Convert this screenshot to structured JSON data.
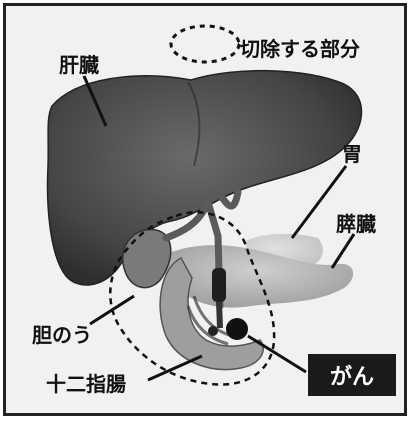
{
  "legend": {
    "label": "切除する部分"
  },
  "labels": {
    "liver": "肝臓",
    "stomach": "胃",
    "pancreas": "膵臓",
    "gallbladder": "胆のう",
    "duodenum": "十二指腸",
    "cancer": "がん"
  },
  "colors": {
    "organ_dark": "#4a4a4a",
    "organ_mid": "#8a8a8a",
    "organ_light": "#c8c8c8",
    "outline": "#1a1a1a",
    "background": "#f1f1f1"
  }
}
